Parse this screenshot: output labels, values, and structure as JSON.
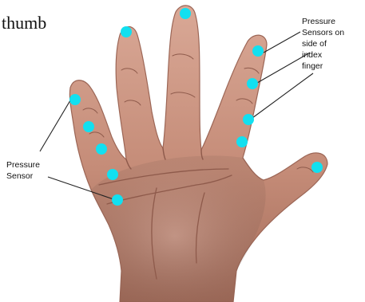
{
  "labels": {
    "thumb": "thumb",
    "index_side": [
      "Pressure",
      "Sensors on",
      "side of",
      "index",
      "finger"
    ],
    "left": [
      "Pressure",
      "Sensor"
    ]
  },
  "colors": {
    "sensor": "#12E0F0",
    "skin_light": "#D9A896",
    "skin_mid": "#C58C78",
    "skin_dark": "#A36C5A",
    "crease": "#8E5A4B",
    "line": "#222222"
  }
}
